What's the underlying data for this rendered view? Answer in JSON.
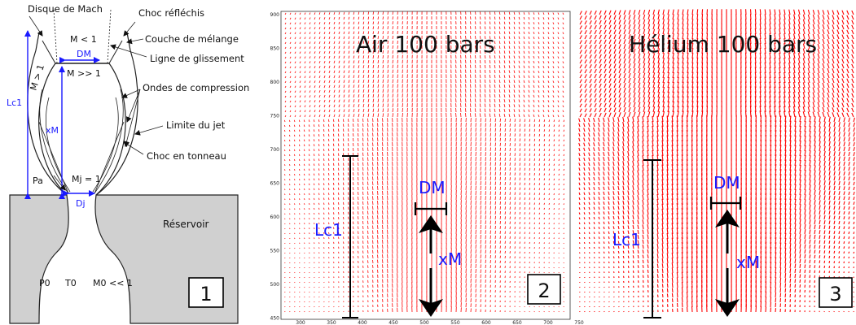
{
  "panel1": {
    "labels": {
      "mach_disk": "Disque de Mach",
      "reflected_shock": "Choc réfléchis",
      "mixing_layer": "Couche de mélange",
      "slip_line": "Ligne de glissement",
      "compression_waves": "Ondes de compression",
      "jet_boundary": "Limite du jet",
      "barrel_shock": "Choc en tonneau",
      "m_lt_1": "M < 1",
      "m_gt_1": "M > 1",
      "m_gg_1": "M >> 1",
      "mj_eq_1": "Mj = 1",
      "reservoir": "Réservoir",
      "p0": "P0",
      "t0": "T0",
      "m0": "M0 << 1",
      "pa": "Pa",
      "dj": "Dj",
      "dm": "DM",
      "xm": "xM",
      "lc1": "Lc1"
    },
    "number": "1"
  },
  "panel2": {
    "title": "Air 100 bars",
    "dm": "DM",
    "xm": "xM",
    "lc1": "Lc1",
    "number": "2",
    "y_ticks": [
      "900",
      "850",
      "800",
      "750",
      "700",
      "650",
      "600",
      "550",
      "500",
      "450"
    ],
    "x_ticks": [
      "300",
      "350",
      "400",
      "450",
      "500",
      "550",
      "600",
      "650",
      "700",
      "750"
    ]
  },
  "panel3": {
    "title": "Hélium 100 bars",
    "dm": "DM",
    "xm": "xM",
    "lc1": "Lc1",
    "number": "3"
  },
  "colors": {
    "vector": "#ff0000",
    "annotation": "#1a1aff",
    "reservoir": "#d0d0d0"
  }
}
